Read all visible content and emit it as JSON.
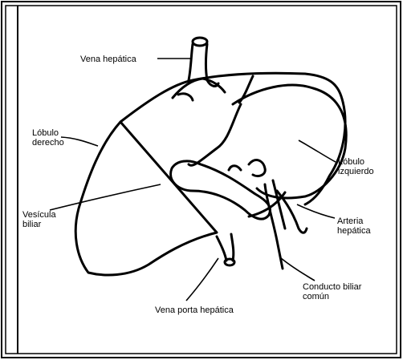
{
  "diagram": {
    "labels": {
      "vena_hepatica": "Vena hepática",
      "lobulo_derecho": "Lóbulo\nderecho",
      "lobulo_izquierdo": "Lóbulo\nizquierdo",
      "vesicula_biliar": "Vesícula\nbiliar",
      "arteria_hepatica": "Arteria\nhepática",
      "conducto_biliar": "Conducto biliar\ncomún",
      "vena_porta": "Vena porta hepática"
    }
  }
}
